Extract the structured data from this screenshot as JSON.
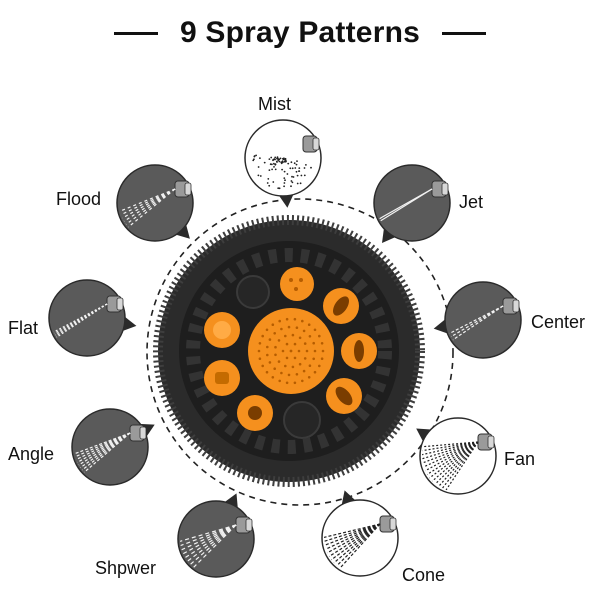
{
  "title": "9 Spray Patterns",
  "patterns": [
    "Mist",
    "Jet",
    "Center",
    "Fan",
    "Cone",
    "Shpwer",
    "Angle",
    "Flat",
    "Flood"
  ],
  "colors": {
    "orange": "#f5901e",
    "dark_face": "#1e1e1e",
    "bubble_fill": "#5a5a5a",
    "bubble_light": "#ffffff",
    "ring": "#222222"
  }
}
